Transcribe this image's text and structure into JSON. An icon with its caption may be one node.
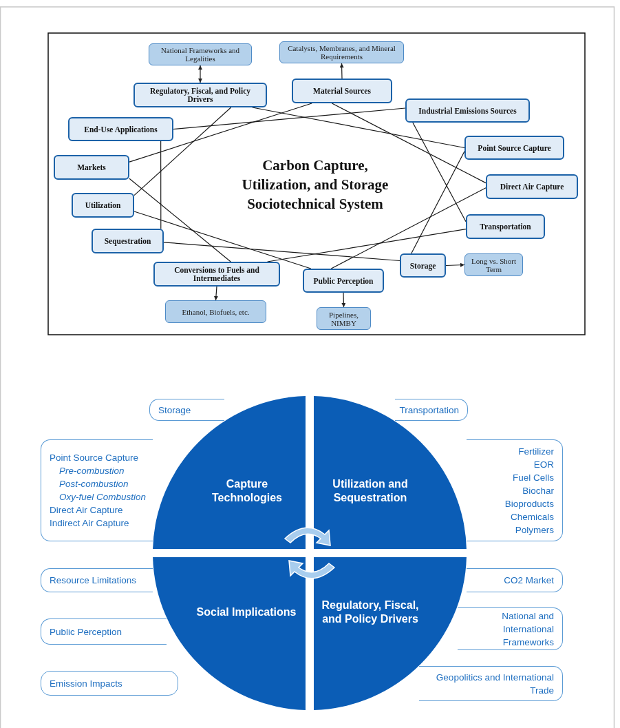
{
  "diagram": {
    "title": "Carbon Capture, Utilization, and Storage Sociotechnical System",
    "nodes": [
      {
        "text": [
          "National Frameworks and Legalities"
        ]
      },
      {
        "text": [
          "Catalysts, Membranes, and Mineral Requirements"
        ]
      },
      {
        "text": [
          "Regulatory, Fiscal, and Policy Drivers"
        ]
      },
      {
        "text": [
          "Material Sources"
        ]
      },
      {
        "text": [
          "Industrial Emissions Sources"
        ]
      },
      {
        "text": [
          "End-Use Applications"
        ]
      },
      {
        "text": [
          "Point Source Capture"
        ]
      },
      {
        "text": [
          "Markets"
        ]
      },
      {
        "text": [
          "Direct Air Capture"
        ]
      },
      {
        "text": [
          "Utilization"
        ]
      },
      {
        "text": [
          "Transportation"
        ]
      },
      {
        "text": [
          "Sequestration"
        ]
      },
      {
        "text": [
          "Storage"
        ]
      },
      {
        "text": [
          "Long vs. Short Term"
        ]
      },
      {
        "text": [
          "Conversions to Fuels and Intermediates"
        ]
      },
      {
        "text": [
          "Public Perception"
        ]
      },
      {
        "text": [
          "Ethanol, Biofuels, etc."
        ]
      },
      {
        "text": [
          "Pipelines, NIMBY"
        ]
      },
      {
        "text": [
          "Storage"
        ]
      },
      {
        "text": [
          "Transportation"
        ]
      },
      {
        "text": [
          "Point Source Capture",
          "Pre-combustion",
          "Post-combustion",
          "Oxy-fuel Combustion",
          "Direct Air Capture",
          "Indirect Air Capture"
        ]
      },
      {
        "text": [
          "Capture Technologies"
        ]
      },
      {
        "text": [
          "Utilization and Sequestration"
        ]
      },
      {
        "text": [
          "Fertilizer",
          "EOR",
          "Fuel Cells",
          "Biochar",
          "Bioproducts",
          "Chemicals",
          "Polymers"
        ]
      },
      {
        "text": [
          "Resource Limitations"
        ]
      },
      {
        "text": [
          "CO2 Market"
        ]
      },
      {
        "text": [
          "Social Implications"
        ]
      },
      {
        "text": [
          "Regulatory, Fiscal, and Policy Drivers"
        ]
      },
      {
        "text": [
          "Public Perception"
        ]
      },
      {
        "text": [
          "National and International Frameworks"
        ]
      },
      {
        "text": [
          "Emission Impacts"
        ]
      },
      {
        "text": [
          "Geopolitics and International Trade"
        ]
      }
    ],
    "edges": [
      {
        "from": 2,
        "to": 0,
        "arrow": "both"
      },
      {
        "from": 3,
        "to": 1,
        "arrow": "to"
      },
      {
        "from": 2,
        "to": 6,
        "arrow": "none"
      },
      {
        "from": 2,
        "to": 9,
        "arrow": "none"
      },
      {
        "from": 3,
        "to": 7,
        "arrow": "none"
      },
      {
        "from": 3,
        "to": 8,
        "arrow": "none"
      },
      {
        "from": 5,
        "to": 4,
        "arrow": "none"
      },
      {
        "from": 5,
        "to": 11,
        "arrow": "none"
      },
      {
        "from": 7,
        "to": 14,
        "arrow": "none"
      },
      {
        "from": 9,
        "to": 15,
        "arrow": "none"
      },
      {
        "from": 11,
        "to": 12,
        "arrow": "none"
      },
      {
        "from": 14,
        "to": 10,
        "arrow": "none"
      },
      {
        "from": 15,
        "to": 8,
        "arrow": "none"
      },
      {
        "from": 4,
        "to": 10,
        "arrow": "none"
      },
      {
        "from": 12,
        "to": 6,
        "arrow": "none"
      },
      {
        "from": 12,
        "to": 13,
        "arrow": "to"
      },
      {
        "from": 15,
        "to": 17,
        "arrow": "to"
      },
      {
        "from": 14,
        "to": 16,
        "arrow": "to"
      }
    ]
  }
}
